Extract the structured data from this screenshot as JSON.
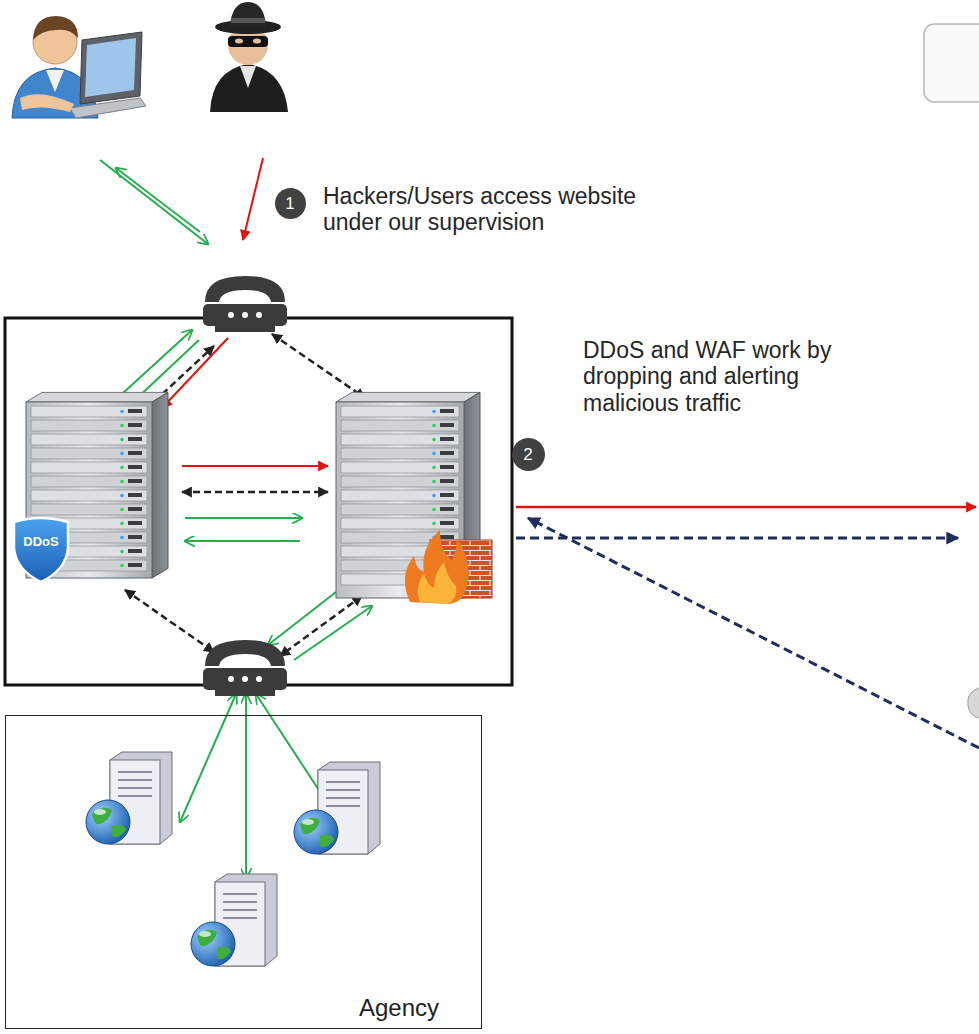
{
  "diagram": {
    "nodes": [
      {
        "text": [
          "1"
        ]
      },
      {
        "text": [
          "2"
        ]
      },
      {
        "text": [
          "Agency"
        ]
      }
    ],
    "labels": [
      "Hackers/Users access website under our supervision",
      "DDoS and WAF work by dropping and alerting malicious traffic",
      "DDoS"
    ]
  }
}
